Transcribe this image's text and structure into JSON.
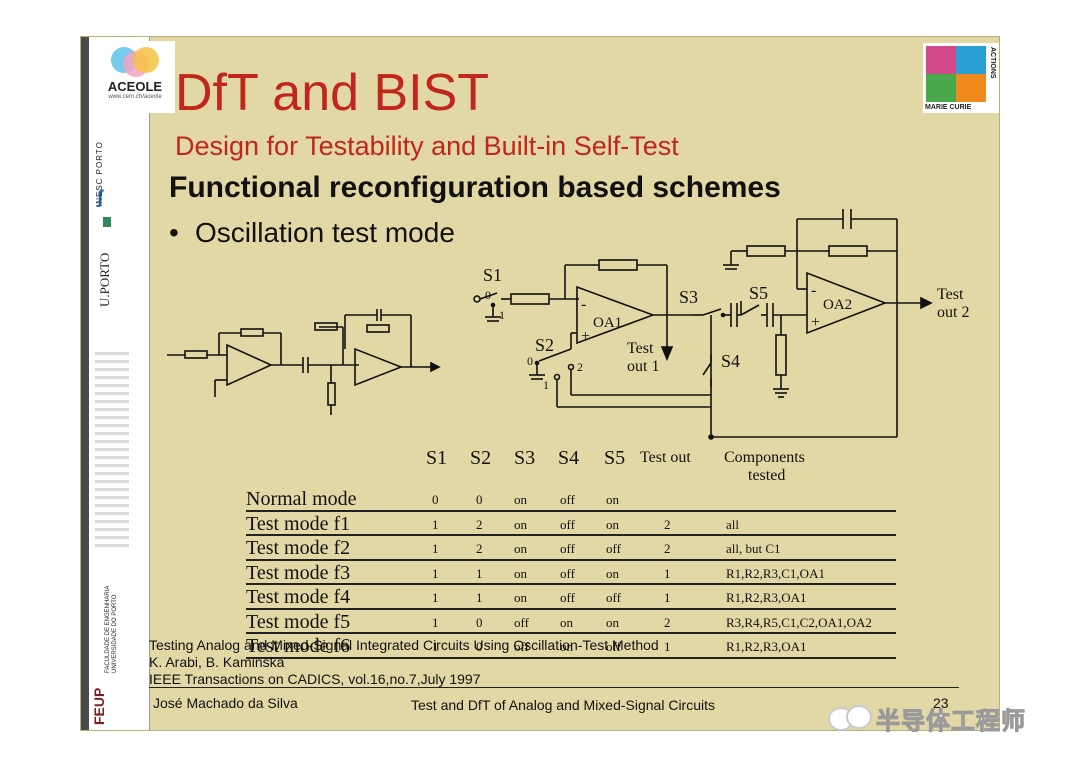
{
  "slide": {
    "title": "DfT and BIST",
    "subtitle": "Design for Testability and Built-in Self-Test",
    "heading": "Functional reconfiguration based schemes",
    "bullet": "Oscillation test mode",
    "bullet_symbol": "•"
  },
  "logos": {
    "aceole_name": "ACEOLE",
    "aceole_url": "www.cern.ch/aceole",
    "marie_curie": "MARIE CURIE",
    "actions": "ACTIONS"
  },
  "sidebar": {
    "inesc": "INESC PORTO",
    "uporto": "U.PORTO",
    "feup_short": "FEUP",
    "feup_full": "FACULDADE DE ENGENHARIA UNIVERSIDADE DO PORTO"
  },
  "circuit_labels": {
    "s1": "S1",
    "s2": "S2",
    "s3": "S3",
    "s4": "S4",
    "s5": "S5",
    "oa1": "OA1",
    "oa2": "OA2",
    "pos0": "0",
    "pos1": "1",
    "pos2": "2",
    "minus": "-",
    "plus": "+",
    "test_out1_a": "Test",
    "test_out1_b": "out 1",
    "test_out2_a": "Test",
    "test_out2_b": "out 2"
  },
  "table": {
    "headers": [
      "S1",
      "S2",
      "S3",
      "S4",
      "S5",
      "Test out",
      "Components",
      "tested"
    ],
    "rows": [
      {
        "mode": "Normal mode",
        "s1": "0",
        "s2": "0",
        "s3": "on",
        "s4": "off",
        "s5": "on",
        "out": "",
        "comp": ""
      },
      {
        "mode": "Test mode f1",
        "s1": "1",
        "s2": "2",
        "s3": "on",
        "s4": "off",
        "s5": "on",
        "out": "2",
        "comp": "all"
      },
      {
        "mode": "Test mode f2",
        "s1": "1",
        "s2": "2",
        "s3": "on",
        "s4": "off",
        "s5": "off",
        "out": "2",
        "comp": "all, but C1"
      },
      {
        "mode": "Test mode f3",
        "s1": "1",
        "s2": "1",
        "s3": "on",
        "s4": "off",
        "s5": "on",
        "out": "1",
        "comp": "R1,R2,R3,C1,OA1"
      },
      {
        "mode": "Test mode f4",
        "s1": "1",
        "s2": "1",
        "s3": "on",
        "s4": "off",
        "s5": "off",
        "out": "1",
        "comp": "R1,R2,R3,OA1"
      },
      {
        "mode": "Test mode f5",
        "s1": "1",
        "s2": "0",
        "s3": "off",
        "s4": "on",
        "s5": "on",
        "out": "2",
        "comp": "R3,R4,R5,C1,C2,OA1,OA2"
      },
      {
        "mode": "Test mode f6",
        "s1": "1",
        "s2": "0",
        "s3": "off",
        "s4": "on",
        "s5": "off",
        "out": "1",
        "comp": "R1,R2,R3,OA1"
      }
    ]
  },
  "reference": {
    "line1": "Testing Analog and Mixed-Signal Integrated Circuits Using Oscillation-Test Method",
    "line2": "K. Arabi, B. Kaminska",
    "line3": "IEEE Transactions on CADICS, vol.16,no.7,July 1997"
  },
  "footer": {
    "author": "José Machado da Silva",
    "course": "Test and DfT of Analog and Mixed-Signal Circuits",
    "page": "23"
  },
  "watermark": {
    "text": "半导体工程师"
  },
  "colors": {
    "slide_bg": "#e2d8a6",
    "title_red": "#c0261c",
    "ink": "#111111"
  }
}
